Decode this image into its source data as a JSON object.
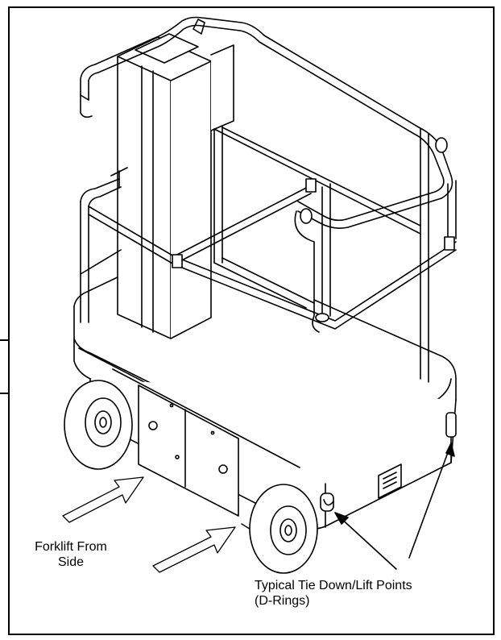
{
  "labels": {
    "forklift": [
      "Forklift From",
      "Side"
    ],
    "tiedown": [
      "Typical Tie Down/Lift Points",
      "(D-Rings)"
    ]
  },
  "colors": {
    "line": "#000000",
    "fill": "#ffffff",
    "shade": "#e6e6e6",
    "background": "#ffffff"
  },
  "icons": [
    "forklift-arrow",
    "leader-arrow",
    "wheel",
    "d-ring",
    "handle"
  ]
}
